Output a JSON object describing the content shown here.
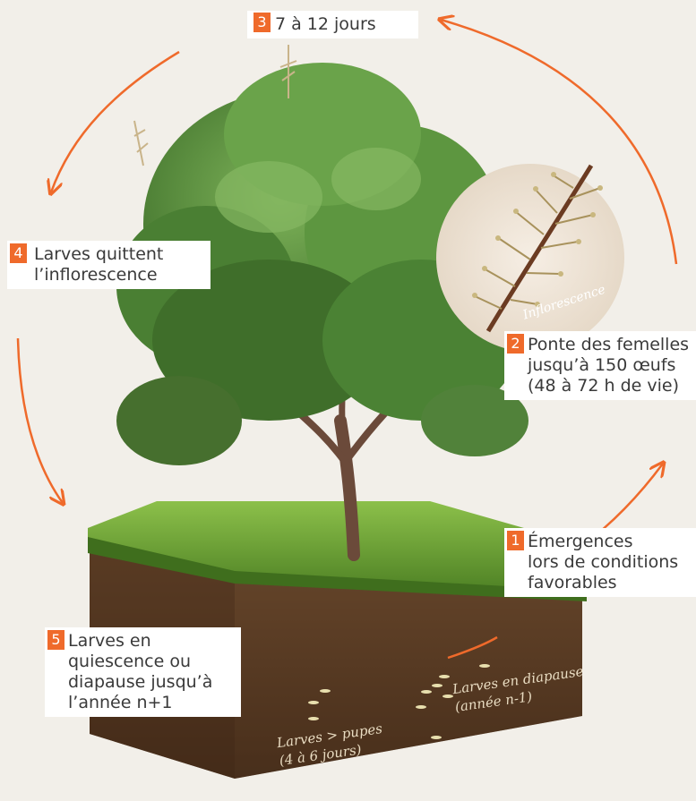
{
  "steps": [
    {
      "num": "1",
      "text_lines": [
        "Émergences",
        "lors de conditions",
        "favorables"
      ]
    },
    {
      "num": "2",
      "text_lines": [
        "Ponte des femelles",
        "jusqu’à 150 œufs",
        "(48 à 72 h de vie)"
      ]
    },
    {
      "num": "3",
      "text_lines": [
        "7 à 12 jours"
      ]
    },
    {
      "num": "4",
      "text_lines": [
        "Larves quittent",
        "l’inflorescence"
      ]
    },
    {
      "num": "5",
      "text_lines": [
        "Larves en",
        "quiescence ou",
        "diapause jusqu’à",
        "l’année n+1"
      ]
    }
  ],
  "annotations": {
    "inflorescence": "Inflorescence",
    "larves_pupes": [
      "Larves > pupes",
      "(4 à 6 jours)"
    ],
    "larves_diapause": [
      "Larves en diapause",
      "(année n-1)"
    ]
  },
  "colors": {
    "accent": "#ef6a2b",
    "background": "#f2efe9",
    "grass": "#5f9a2e",
    "soil": "#5a3b24",
    "foliage": "#4f8a33"
  }
}
